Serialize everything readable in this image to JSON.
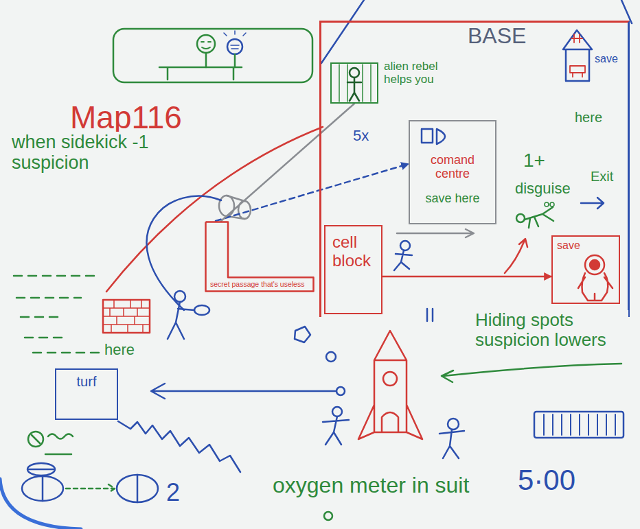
{
  "diagram": {
    "title": "Map116",
    "nodes": [
      {
        "text": [
          "BASE"
        ]
      },
      {
        "text": [
          "alien rebel helps you"
        ],
        "in": 0
      },
      {
        "text": [
          "save"
        ],
        "in": 0
      },
      {
        "text": [
          "comand centre",
          "save here"
        ],
        "in": 0
      },
      {
        "text": [
          "cell block"
        ],
        "in": 0
      },
      {
        "text": [
          "save"
        ],
        "in": 0
      },
      {
        "text": [
          "secret passage that's useless"
        ]
      },
      {
        "text": [
          "turf"
        ]
      }
    ],
    "edges": [
      {
        "from": 6,
        "to": 3,
        "arrow": "to"
      },
      {
        "from": 6,
        "to": 1,
        "arrow": "none"
      },
      {
        "from": 4,
        "to": 5,
        "arrow": "to"
      }
    ],
    "labels": [
      "5x",
      "here",
      "1+",
      "disguise",
      "Exit",
      "when sidekick -1 suspicion",
      "here",
      "Hiding spots suspicion lowers",
      "2",
      "oxygen meter in suit",
      "5·00"
    ]
  }
}
